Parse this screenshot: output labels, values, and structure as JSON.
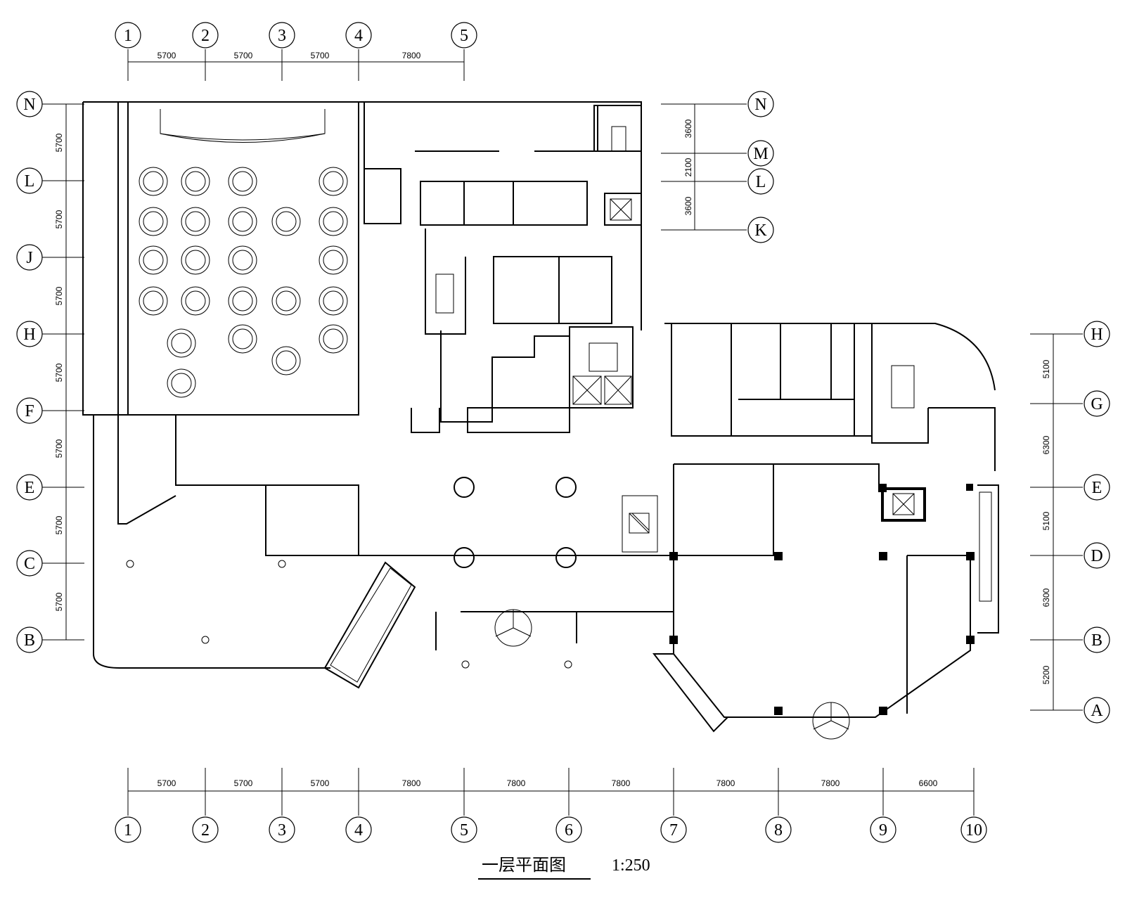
{
  "drawing": {
    "title": "一层平面图",
    "scale": "1:250"
  },
  "axes": {
    "top_numbers": [
      "1",
      "2",
      "3",
      "4",
      "5"
    ],
    "top_dims": [
      "5700",
      "5700",
      "5700",
      "7800"
    ],
    "bottom_numbers": [
      "1",
      "2",
      "3",
      "4",
      "5",
      "6",
      "7",
      "8",
      "9",
      "10"
    ],
    "bottom_dims": [
      "5700",
      "5700",
      "5700",
      "7800",
      "7800",
      "7800",
      "7800",
      "7800",
      "6600"
    ],
    "left_letters": [
      "N",
      "L",
      "J",
      "H",
      "F",
      "E",
      "C",
      "B"
    ],
    "left_dims": [
      "5700",
      "5700",
      "5700",
      "5700",
      "5700",
      "5700",
      "5700"
    ],
    "right_upper_letters": [
      "N",
      "M",
      "L",
      "K"
    ],
    "right_upper_dims": [
      "3600",
      "2100",
      "3600"
    ],
    "right_lower_letters": [
      "H",
      "G",
      "E",
      "D",
      "B",
      "A"
    ],
    "right_lower_dims": [
      "5100",
      "6300",
      "5100",
      "6300",
      "5200"
    ]
  }
}
